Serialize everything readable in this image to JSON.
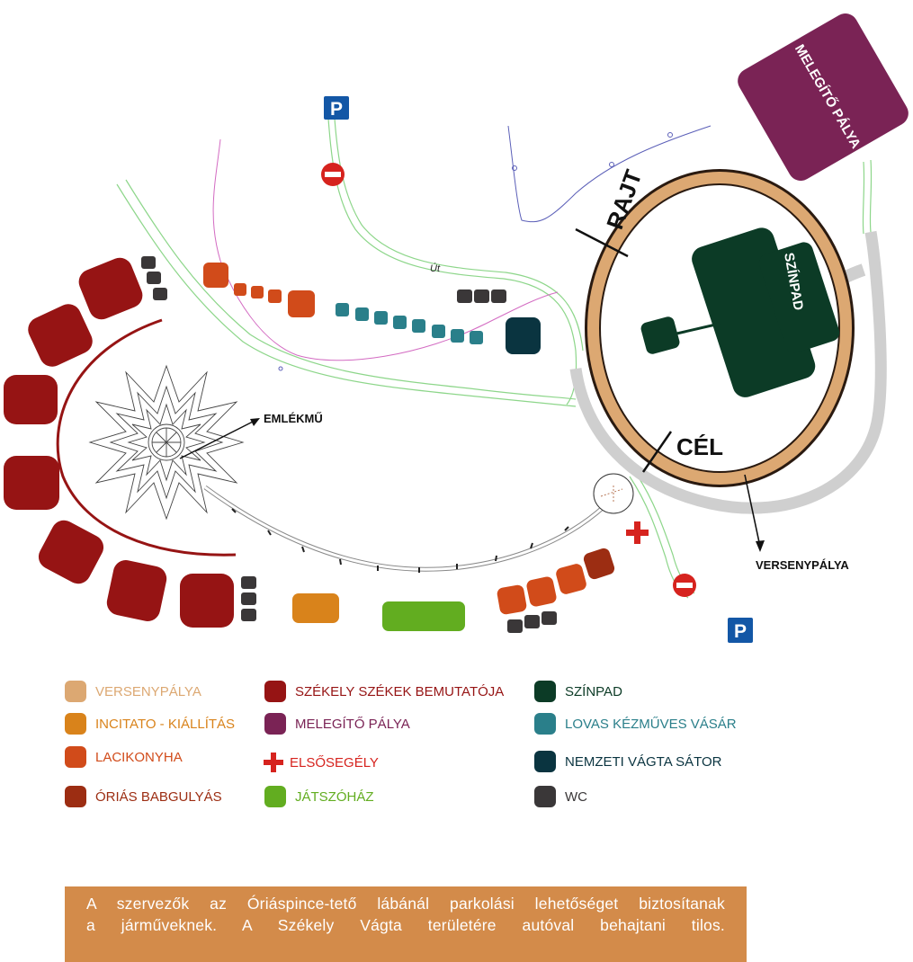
{
  "map": {
    "labels": {
      "emlekmu": "EMLÉKMŰ",
      "rajt": "RAJT",
      "cel": "CÉL",
      "szinpad": "SZÍNPAD",
      "melegito": "MELEGÍTŐ PÁLYA",
      "versenypalya": "VERSENYPÁLYA",
      "ut": "Út",
      "parking": "P"
    },
    "colors": {
      "versenypalya": "#dca872",
      "incitato": "#d9831b",
      "lacikonyha": "#d14b1a",
      "babgulyas": "#9c2d12",
      "szekek": "#961414",
      "melegito": "#7a2355",
      "elsosegely": "#d6231e",
      "jatszohaz": "#62ad20",
      "szinpad": "#0c3b26",
      "lovas": "#2a7f8a",
      "nemzeti": "#0a3440",
      "wc": "#3a3738",
      "parking": "#1357a6",
      "no_entry": "#d6231e",
      "road": "#8dd68a",
      "track_outline": "#2a1a10"
    },
    "icons": [
      "parking-icon",
      "no-entry-icon",
      "first-aid-icon",
      "monument-icon"
    ]
  },
  "legend": [
    {
      "label": "VERSENYPÁLYA",
      "color": "#dca872",
      "icon": "swatch"
    },
    {
      "label": "INCITATO - KIÁLLÍTÁS",
      "color": "#d9831b",
      "icon": "swatch"
    },
    {
      "label": "LACIKONYHA",
      "color": "#d14b1a",
      "icon": "swatch"
    },
    {
      "label": "ÓRIÁS BABGULYÁS",
      "color": "#9c2d12",
      "icon": "swatch"
    },
    {
      "label": "SZÉKELY SZÉKEK BEMUTATÓJA",
      "color": "#961414",
      "icon": "swatch"
    },
    {
      "label": "MELEGÍTŐ PÁLYA",
      "color": "#7a2355",
      "icon": "swatch"
    },
    {
      "label": "ELSŐSEGÉLY",
      "color": "#d6231e",
      "icon": "cross"
    },
    {
      "label": "JÁTSZÓHÁZ",
      "color": "#62ad20",
      "icon": "swatch"
    },
    {
      "label": "SZÍNPAD",
      "color": "#0c3b26",
      "icon": "swatch"
    },
    {
      "label": "LOVAS KÉZMŰVES VÁSÁR",
      "color": "#2a7f8a",
      "icon": "swatch"
    },
    {
      "label": "NEMZETI VÁGTA SÁTOR",
      "color": "#0a3440",
      "icon": "swatch"
    },
    {
      "label": "WC",
      "color": "#3a3738",
      "icon": "swatch"
    }
  ],
  "notice": {
    "line1": "A szervezők az Óriáspince-tető lábánál parkolási lehetőséget biztosítanak",
    "line2": "a járműveknek. A Székely Vágta területére autóval behajtani tilos."
  }
}
